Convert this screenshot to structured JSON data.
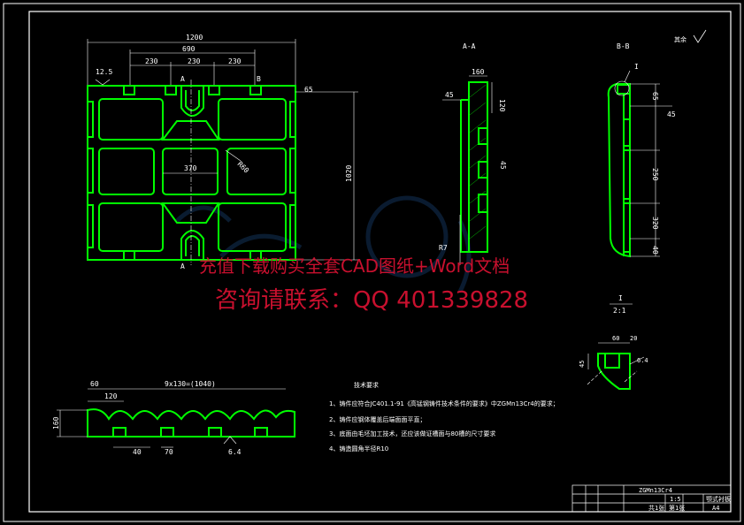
{
  "drawing": {
    "top_view": {
      "dim_total": "1200",
      "dim_inner": "690",
      "dim_left": "230",
      "dim_mid": "230",
      "dim_right": "230",
      "dim_right_offset": "65",
      "dim_height": "1020",
      "dim_window": "370",
      "dim_radius": "R60",
      "roughness": "12.5",
      "section_a": "A",
      "section_b": "B"
    },
    "section_aa": {
      "title": "A-A",
      "dim_width": "160",
      "dim_top": "120",
      "dim_left": "45",
      "dim_side": "45",
      "dim_corner": "R7"
    },
    "section_bb": {
      "title": "B-B",
      "label_detail": "I",
      "dims": [
        "65",
        "45",
        "250",
        "320",
        "40"
      ]
    },
    "surface_note": "其余",
    "detail_i": {
      "title": "I",
      "scale": "2:1",
      "dim_top": "60",
      "dim_side": "20",
      "dim_left": "45",
      "roughness": "6.4"
    },
    "bottom_view": {
      "dim_left": "60",
      "dim_pitch": "120",
      "dim_total": "9x130=(1040)",
      "dim_height": "160",
      "dim_slot": "40",
      "dim_slot_w": "70",
      "roughness": "6.4"
    },
    "tech_requirements": {
      "title": "技术要求",
      "items": [
        "1、铸件应符合JC401.1-91《高锰钢铸件技术条件的要求》中ZGMn13Cr4的要求；",
        "2、铸件应钢体覆盖后端面面平直；",
        "3、底面由毛坯加工技术，还应该做证槽面与80槽的尺寸要求",
        "4、铸造圆角半径R10"
      ]
    },
    "title_block": {
      "material": "ZGMn13Cr4",
      "scale": "1:5",
      "sheet": "第1张",
      "total": "共1张",
      "name": "颚式衬板",
      "code": "A4"
    }
  },
  "watermark": {
    "line1": "充值下载购买全套CAD图纸+Word文档",
    "line2": "咨询请联系：QQ 401339828"
  }
}
